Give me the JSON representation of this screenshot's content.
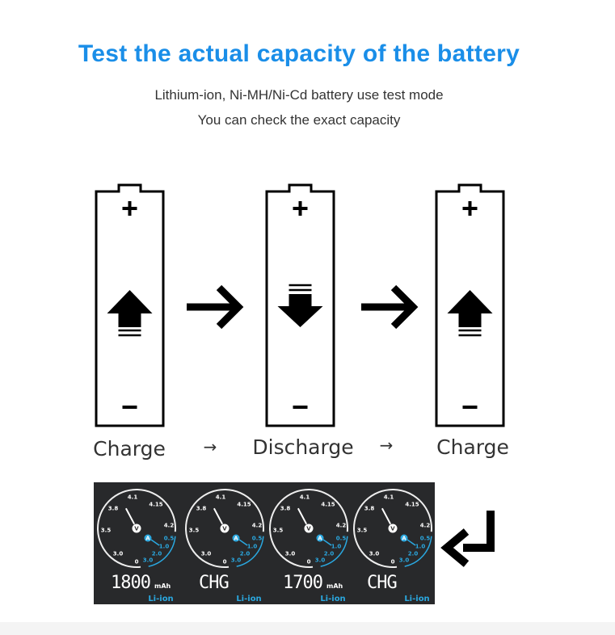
{
  "header": {
    "title": "Test the actual capacity of the battery",
    "subtitle_line1": "Lithium-ion, Ni-MH/Ni-Cd battery use test mode",
    "subtitle_line2": "You can check the exact capacity"
  },
  "steps": [
    {
      "label": "Charge",
      "direction": "up"
    },
    {
      "label": "Discharge",
      "direction": "down"
    },
    {
      "label": "Charge",
      "direction": "up"
    }
  ],
  "arrow_glyph": "→",
  "colors": {
    "title": "#1a8ee8",
    "lcd_bg": "#28292b",
    "lcd_blue": "#2aa8e0"
  },
  "gauge": {
    "voltage_ticks": [
      "4.1",
      "4.15",
      "4.2",
      "3.8",
      "3.5",
      "3.0",
      "0"
    ],
    "current_ticks": [
      "0.5",
      "1.0",
      "2.0",
      "3.0"
    ],
    "v_label": "V",
    "a_label": "A"
  },
  "displays": [
    {
      "value": "1800",
      "unit": "mAh",
      "type": "Li-ion"
    },
    {
      "value": "CHG",
      "unit": "",
      "type": "Li-ion"
    },
    {
      "value": "1700",
      "unit": "mAh",
      "type": "Li-ion"
    },
    {
      "value": "CHG",
      "unit": "",
      "type": "Li-ion"
    }
  ],
  "icons": {
    "step_arrow": "right-arrow-icon",
    "return": "return-arrow-icon"
  }
}
